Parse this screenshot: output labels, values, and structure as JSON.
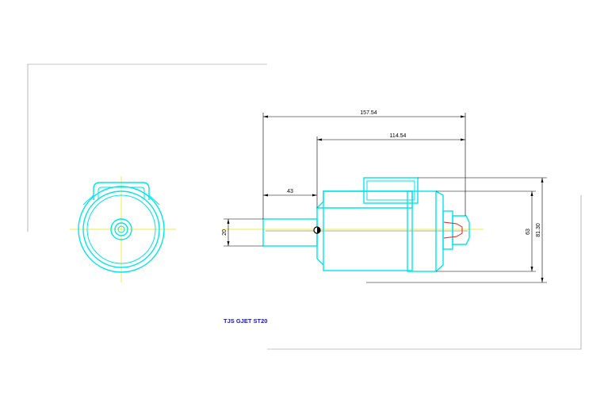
{
  "drawing": {
    "title": "TJS GJET ST20",
    "dimensions": {
      "overall_length": "157.54",
      "body_length": "114.54",
      "shank_length": "43",
      "shank_diameter": "20",
      "body_diameter": "63",
      "overall_height": "81.30"
    },
    "colors": {
      "part_outline": "#00e5ee",
      "centerline": "#e8e800",
      "dimension": "#000000",
      "collet": "#e02020",
      "title": "#1a1aa6",
      "frame": "#8a8a8a"
    }
  }
}
